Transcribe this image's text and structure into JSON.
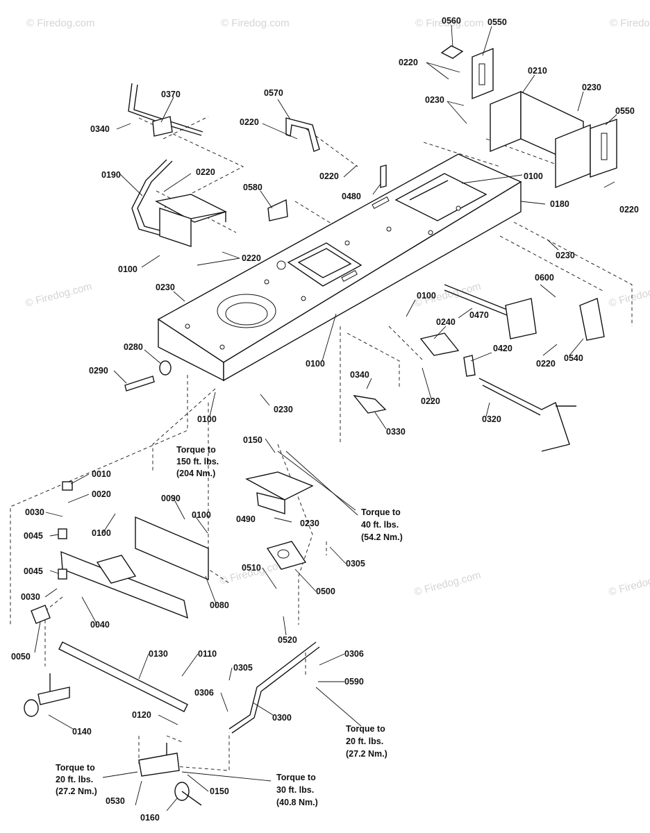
{
  "watermark": "© Firedog.com",
  "callouts": {
    "p0560": "0560",
    "p0550_top": "0550",
    "p0220_a": "0220",
    "p0210": "0210",
    "p0230_a": "0230",
    "p0230_b": "0230",
    "p0550_right": "0550",
    "p0370": "0370",
    "p0340_a": "0340",
    "p0570": "0570",
    "p0220_b": "0220",
    "p0220_c": "0220",
    "p0190": "0190",
    "p0220_d": "0220",
    "p0480": "0480",
    "p0100_a": "0100",
    "p0580": "0580",
    "p0180": "0180",
    "p0220_e": "0220",
    "p0100_b": "0100",
    "p0220_f": "0220",
    "p0230_c": "0230",
    "p0230_d": "0230",
    "p0600": "0600",
    "p0100_c": "0100",
    "p0470": "0470",
    "p0240": "0240",
    "p0280": "0280",
    "p0420": "0420",
    "p0220_g": "0220",
    "p0540": "0540",
    "p0290": "0290",
    "p0100_d": "0100",
    "p0340_b": "0340",
    "p0230_e": "0230",
    "p0220_h": "0220",
    "p0320": "0320",
    "p0100_e": "0100",
    "p0330": "0330",
    "p0150_a": "0150",
    "p0010": "0010",
    "p0020": "0020",
    "p0090": "0090",
    "p0100_f": "0100",
    "p0030_a": "0030",
    "p0100_g": "0100",
    "p0490": "0490",
    "p0230_f": "0230",
    "p0045_a": "0045",
    "p0305_a": "0305",
    "p0045_b": "0045",
    "p0510": "0510",
    "p0500": "0500",
    "p0030_b": "0030",
    "p0080": "0080",
    "p0040": "0040",
    "p0520": "0520",
    "p0050": "0050",
    "p0130": "0130",
    "p0110": "0110",
    "p0305_b": "0305",
    "p0306_a": "0306",
    "p0590": "0590",
    "p0306_b": "0306",
    "p0300": "0300",
    "p0140": "0140",
    "p0120": "0120",
    "p0150_b": "0150",
    "p0530": "0530",
    "p0160": "0160"
  },
  "notes": {
    "torque_150": [
      "Torque to",
      "150 ft. lbs.",
      "(204 Nm.)"
    ],
    "torque_40": [
      "Torque to",
      "40 ft. lbs.",
      "(54.2 Nm.)"
    ],
    "torque_20_right": [
      "Torque to",
      "20 ft. lbs.",
      "(27.2 Nm.)"
    ],
    "torque_20_left": [
      "Torque to",
      "20 ft. lbs.",
      "(27.2 Nm.)"
    ],
    "torque_30": [
      "Torque to",
      "30 ft. lbs.",
      "(40.8 Nm.)"
    ]
  }
}
